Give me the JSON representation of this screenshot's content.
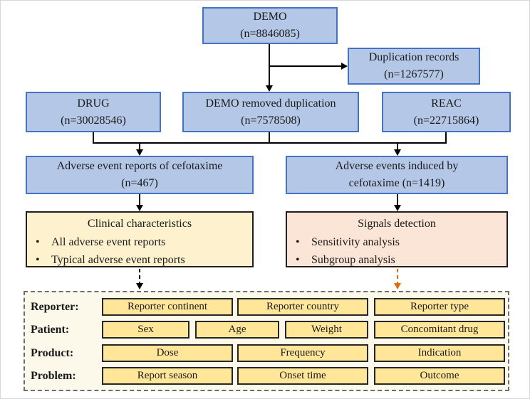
{
  "colors": {
    "blue_fill": "#b4c7e7",
    "blue_border": "#4472c4",
    "cream_fill": "#fdf2cd",
    "peach_fill": "#fbe5d6",
    "yellow_fill": "#ffe699",
    "matrix_bg": "#fcf8ea",
    "arrow_black": "#000000",
    "arrow_orange": "#e36c09"
  },
  "bullet_char": "•",
  "flow": {
    "demo": {
      "line1": "DEMO",
      "line2": "(n=8846085)"
    },
    "duplication": {
      "line1": "Duplication records",
      "line2": "(n=1267577)"
    },
    "drug": {
      "line1": "DRUG",
      "line2": "(n=30028546)"
    },
    "demo_dedup": {
      "line1": "DEMO removed duplication",
      "line2": "(n=7578508)"
    },
    "reac": {
      "line1": "REAC",
      "line2": "(n=22715864)"
    },
    "ae_reports": {
      "line1": "Adverse event reports of cefotaxime",
      "line2": "(n=467)"
    },
    "ae_induced": {
      "line1": "Adverse events induced by",
      "line2": "cefotaxime (n=1419)"
    },
    "clinical": {
      "title": "Clinical characteristics",
      "bullets": [
        "All adverse event reports",
        "Typical adverse event reports"
      ]
    },
    "signals": {
      "title": "Signals detection",
      "bullets": [
        "Sensitivity analysis",
        "Subgroup analysis"
      ]
    }
  },
  "matrix": {
    "rows": [
      {
        "label": "Reporter:",
        "items": [
          "Reporter continent",
          "Reporter country",
          "Reporter type"
        ]
      },
      {
        "label": "Patient:",
        "items": [
          "Sex",
          "Age",
          "Weight",
          "Concomitant drug"
        ]
      },
      {
        "label": "Product:",
        "items": [
          "Dose",
          "Frequency",
          "Indication"
        ]
      },
      {
        "label": "Problem:",
        "items": [
          "Report season",
          "Onset time",
          "Outcome"
        ]
      }
    ]
  }
}
